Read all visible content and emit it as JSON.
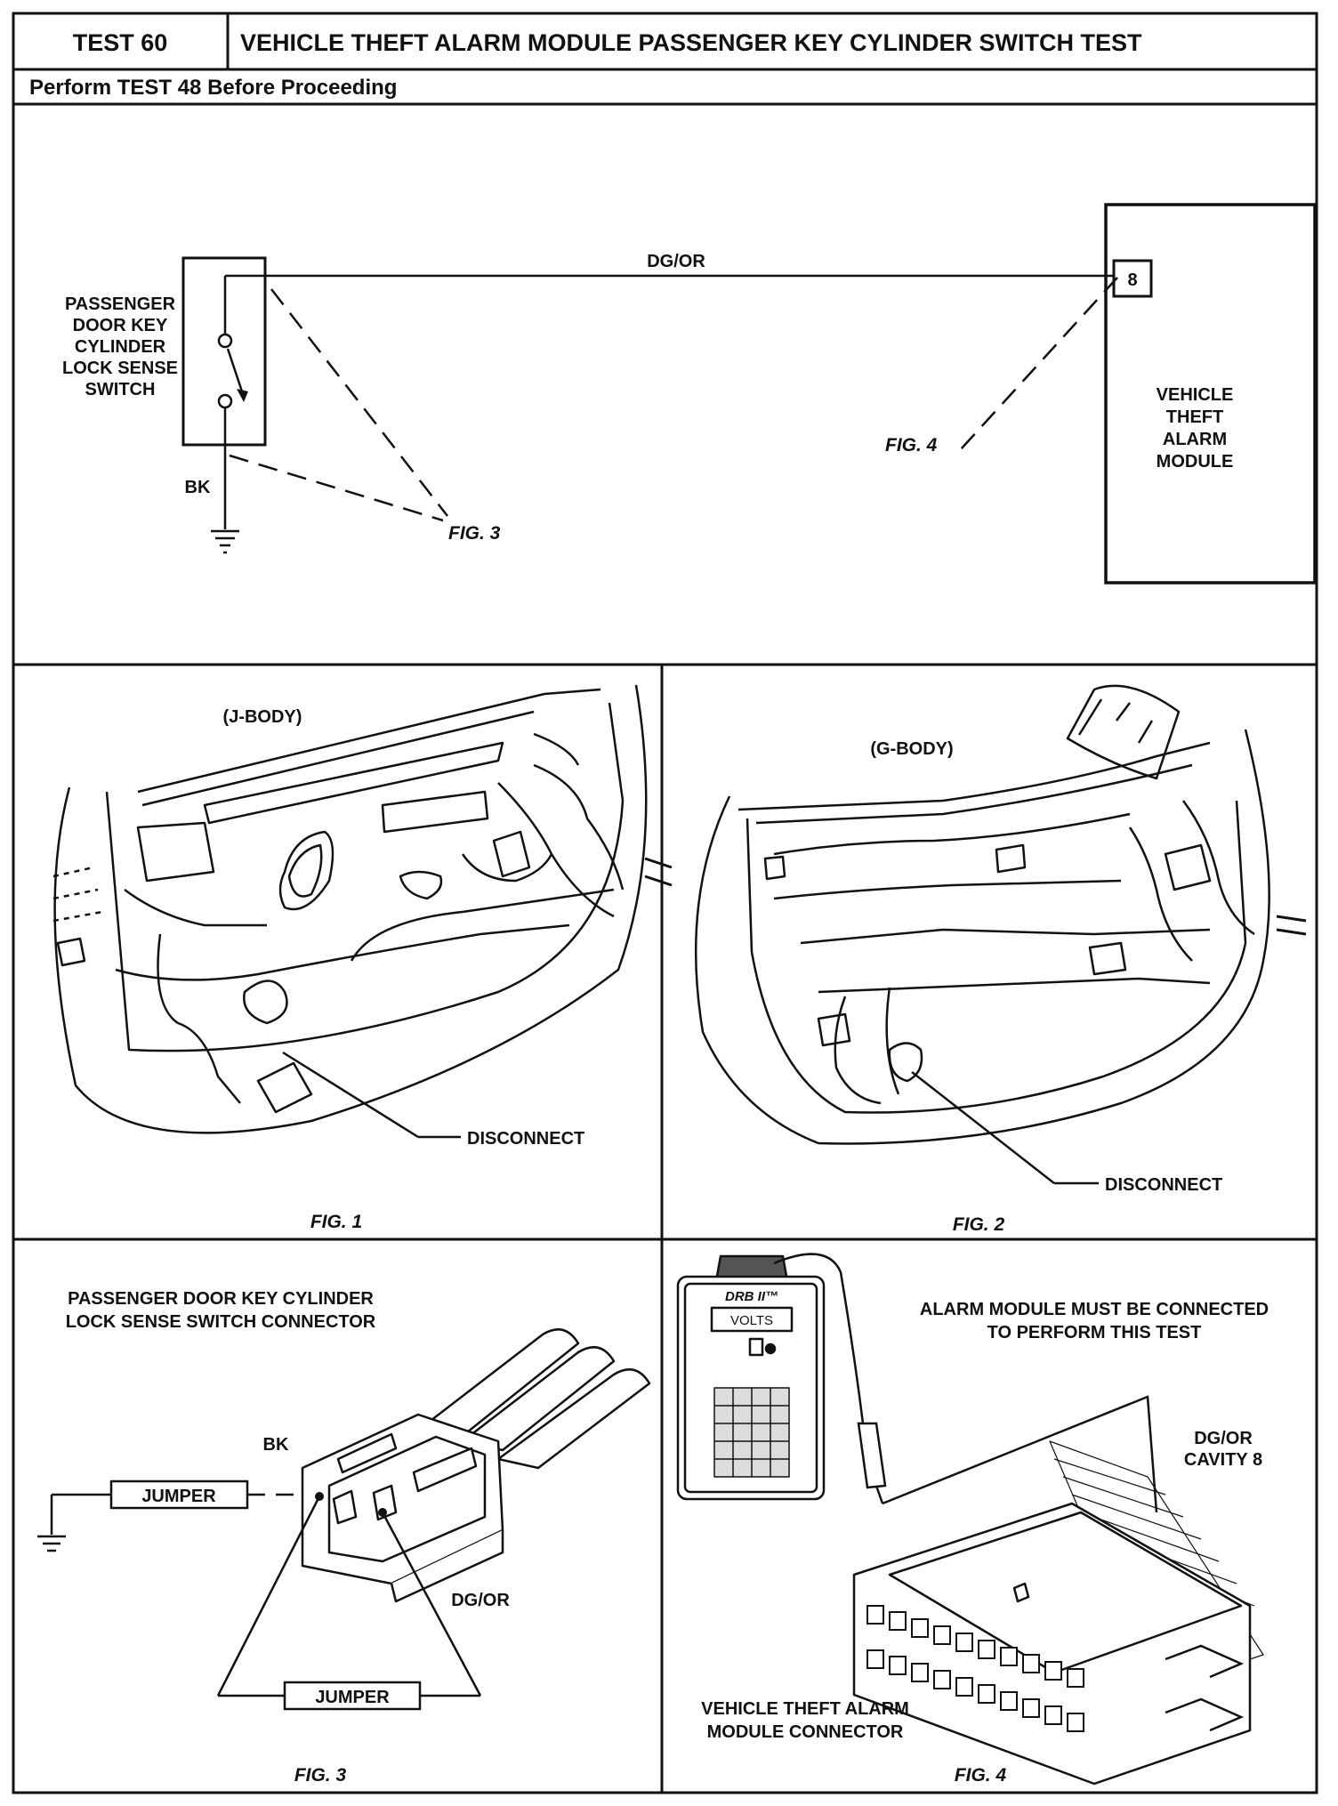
{
  "header": {
    "test_number": "TEST 60",
    "title": "VEHICLE THEFT ALARM MODULE PASSENGER KEY CYLINDER SWITCH TEST",
    "precondition": "Perform TEST 48 Before Proceeding"
  },
  "schematic": {
    "switch_label": [
      "PASSENGER",
      "DOOR KEY",
      "CYLINDER",
      "LOCK SENSE",
      "SWITCH"
    ],
    "wire_top": "DG/OR",
    "wire_ground": "BK",
    "pin": "8",
    "module_label": [
      "VEHICLE",
      "THEFT",
      "ALARM",
      "MODULE"
    ],
    "fig3_ref": "FIG. 3",
    "fig4_ref": "FIG. 4"
  },
  "fig1": {
    "body": "(J-BODY)",
    "callout": "DISCONNECT",
    "caption": "FIG. 1"
  },
  "fig2": {
    "body": "(G-BODY)",
    "callout": "DISCONNECT",
    "caption": "FIG. 2"
  },
  "fig3": {
    "heading": [
      "PASSENGER DOOR KEY CYLINDER",
      "LOCK SENSE SWITCH CONNECTOR"
    ],
    "wire_bk": "BK",
    "wire_dgor": "DG/OR",
    "jumper1": "JUMPER",
    "jumper2": "JUMPER",
    "caption": "FIG. 3"
  },
  "fig4": {
    "note": [
      "ALARM MODULE MUST BE CONNECTED",
      "TO PERFORM THIS TEST"
    ],
    "tester_brand": "DRB II™",
    "tester_display": "VOLTS",
    "wire": [
      "DG/OR",
      "CAVITY 8"
    ],
    "connector": [
      "VEHICLE THEFT ALARM",
      "MODULE CONNECTOR"
    ],
    "caption": "FIG. 4"
  }
}
